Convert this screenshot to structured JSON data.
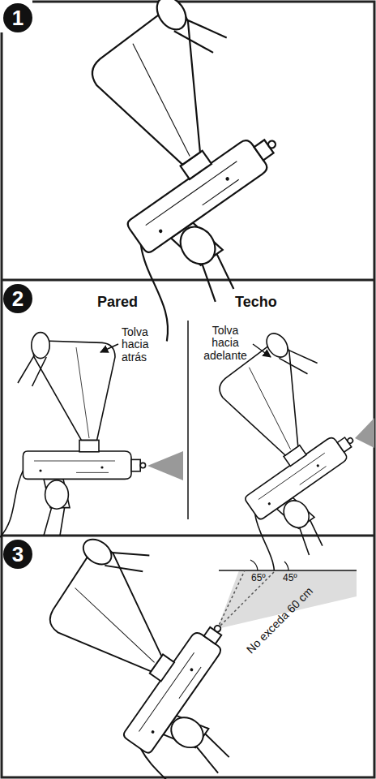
{
  "diagram": {
    "nodes": [
      {
        "text": [
          "1"
        ]
      },
      {
        "text": [
          "2"
        ]
      },
      {
        "text": [
          "3"
        ]
      }
    ],
    "labels": [
      "Pared",
      "Techo",
      "Tolva hacia atrás",
      "Tolva hacia adelante",
      "65º",
      "45º",
      "No exceda 60 cm"
    ]
  }
}
